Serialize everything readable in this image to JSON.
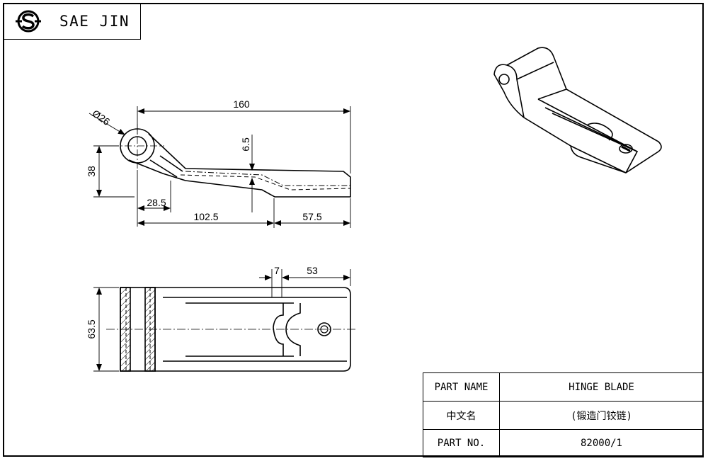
{
  "company": {
    "name": "SAE JIN",
    "logo_icon": "sae-jin-s-logo"
  },
  "dimensions": {
    "overall_length": "160",
    "eye_diameter": "Ø26",
    "offset": "6.5",
    "height": "38",
    "eye_to_bend": "28.5",
    "length_a": "102.5",
    "length_b": "57.5",
    "slot_width": "7",
    "slot_to_end": "53",
    "width": "63.5"
  },
  "title_block": {
    "rows": [
      {
        "label": "PART NAME",
        "value": "HINGE BLADE"
      },
      {
        "label": "中文名",
        "value": "(锻造门铰链)"
      },
      {
        "label": "PART NO.",
        "value": "82000/1"
      }
    ]
  },
  "colors": {
    "line": "#000000",
    "background": "#ffffff"
  }
}
